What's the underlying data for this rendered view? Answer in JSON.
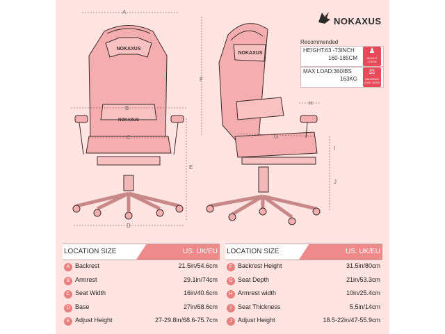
{
  "brand": "NOKAXUS",
  "recommended": {
    "title": "Recommended",
    "height_line1": "HEIGHT:63 -73INCH",
    "height_line2": "160-185CM",
    "height_icon": "HEIGHT 173CM",
    "load_line1": "MAX LOAD:360IBS",
    "load_line2": "163KG",
    "load_icon": "MAXIMUM LOAD 160KG"
  },
  "chair_logo": "NOKAXUS",
  "diagram_letters": [
    "A",
    "B",
    "C",
    "D",
    "E",
    "F",
    "G",
    "H",
    "I",
    "J"
  ],
  "tables": [
    {
      "header_left": "LOCATION SIZE",
      "header_right": "US. UK/EU",
      "rows": [
        {
          "letter": "A",
          "label": "Backrest",
          "value": "21.5in/54.6cm"
        },
        {
          "letter": "B",
          "label": "Armrest",
          "value": "29.1in/74cm"
        },
        {
          "letter": "C",
          "label": "Seat Width",
          "value": "16in/40.6cm"
        },
        {
          "letter": "D",
          "label": "Base",
          "value": "27in/68.6cm"
        },
        {
          "letter": "E",
          "label": "Adjust Height",
          "value": "27-29.8in/68.6-75.7cm"
        }
      ]
    },
    {
      "header_left": "LOCATION SIZE",
      "header_right": "US. UK/EU",
      "rows": [
        {
          "letter": "F",
          "label": "Backrest Height",
          "value": "31.5in/80cm"
        },
        {
          "letter": "G",
          "label": "Seat Depth",
          "value": "21in/53.3cm"
        },
        {
          "letter": "H",
          "label": "Armrest width",
          "value": "10in/25.4cm"
        },
        {
          "letter": "I",
          "label": "Seat Thickness",
          "value": "5.5in/14cm"
        },
        {
          "letter": "J",
          "label": "Adjust Height",
          "value": "18.5-22in/47-55.9cm"
        }
      ]
    }
  ],
  "colors": {
    "background": "#ffe4e1",
    "accent": "#ee8a8a",
    "badge": "#e94a5a",
    "outline": "#3a2a2a"
  }
}
